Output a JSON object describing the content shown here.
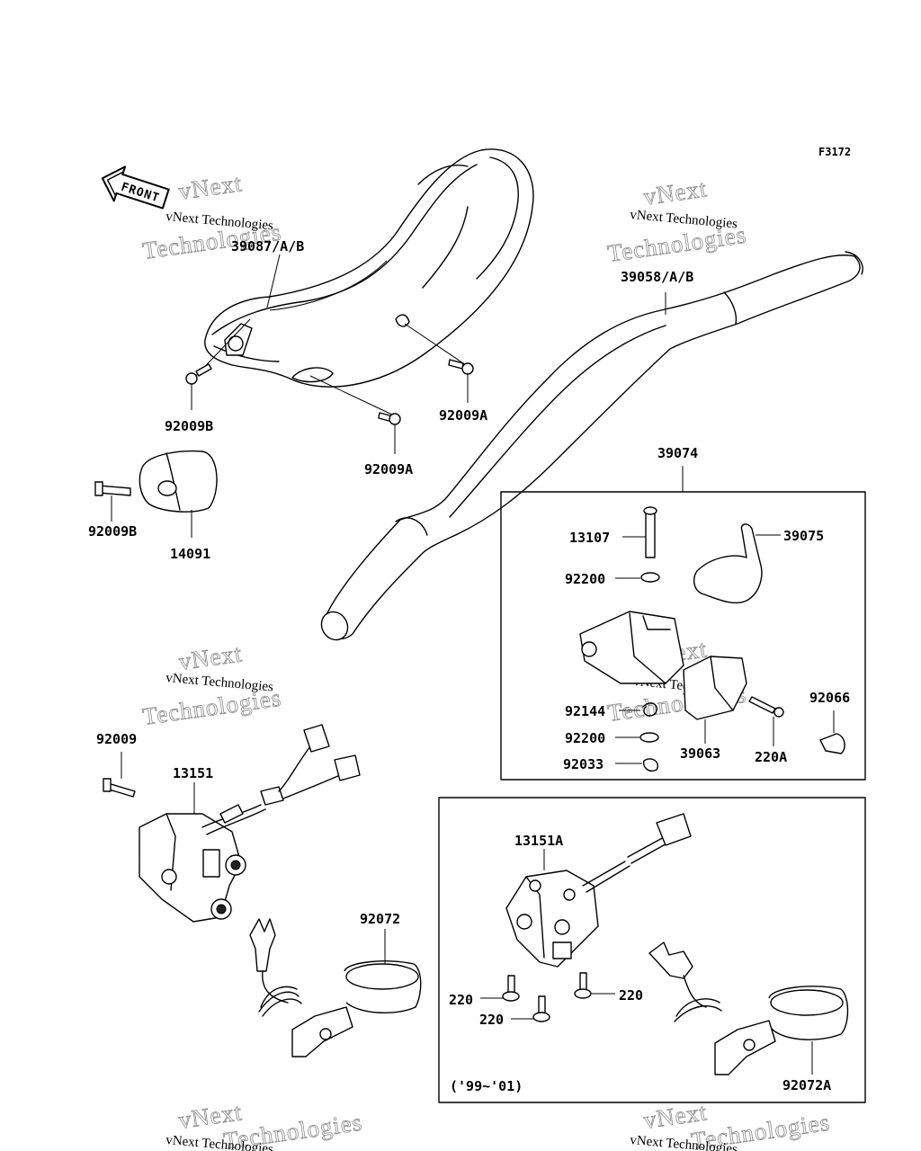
{
  "figure_code": "F3172",
  "front_label": "FRONT",
  "year_note": "('99~'01)",
  "watermark": {
    "line1": "vNext Technologies",
    "line2": "vNext",
    "line3": "Technologies"
  },
  "parts": {
    "p39087": "39087/A/B",
    "p92009b_top": "92009B",
    "p92009a_right": "92009A",
    "p92009a_mid": "92009A",
    "p92009b_left": "92009B",
    "p14091": "14091",
    "p39058": "39058/A/B",
    "p39074": "39074",
    "p13107": "13107",
    "p39075": "39075",
    "p92200_top": "92200",
    "p92144": "92144",
    "p92200_bot": "92200",
    "p92033": "92033",
    "p39063": "39063",
    "p220a": "220A",
    "p92066": "92066",
    "p92009": "92009",
    "p13151": "13151",
    "p92072": "92072",
    "p13151a": "13151A",
    "p220_left": "220",
    "p220_mid": "220",
    "p220_right": "220",
    "p92072a": "92072A"
  }
}
